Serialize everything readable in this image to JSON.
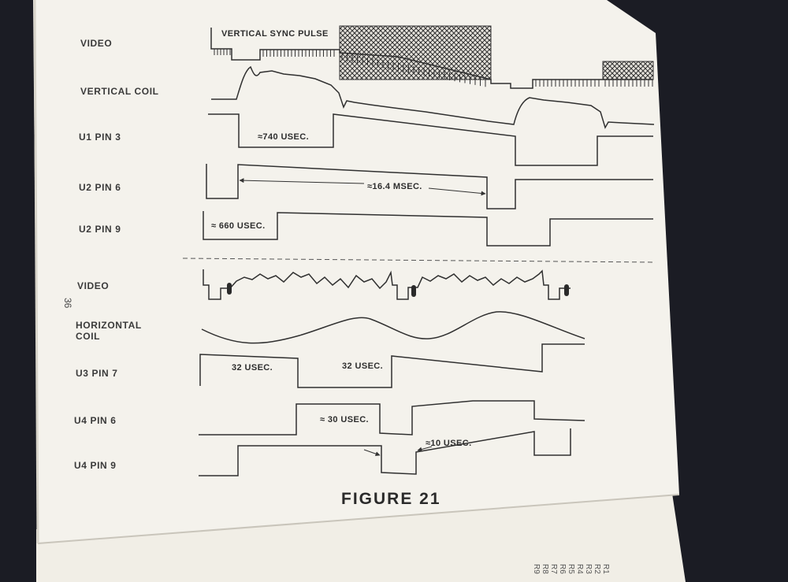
{
  "figure": {
    "title": "FIGURE 21",
    "page_number": "36",
    "vertical_section": {
      "labels": [
        "VIDEO",
        "VERTICAL COIL",
        "U1 PIN 3",
        "U2 PIN 6",
        "U2 PIN 9"
      ],
      "annotations": {
        "sync_pulse": "VERTICAL SYNC PULSE",
        "u1_pin3": "≈740 USEC.",
        "u2_pin6": "≈16.4 MSEC.",
        "u2_pin9": "≈ 660 USEC."
      }
    },
    "horizontal_section": {
      "labels": [
        "VIDEO",
        "HORIZONTAL",
        "COIL",
        "U3 PIN 7",
        "U4 PIN 6",
        "U4 PIN 9"
      ],
      "annotations": {
        "u3_pin7_a": "32 USEC.",
        "u3_pin7_b": "32 USEC.",
        "u4_pin6": "≈ 30 USEC.",
        "u4_pin9": "≈10 USEC."
      }
    },
    "next_page_labels": [
      "R1",
      "R2",
      "R3",
      "R4",
      "R5",
      "R6",
      "R7",
      "R8",
      "R9"
    ]
  }
}
